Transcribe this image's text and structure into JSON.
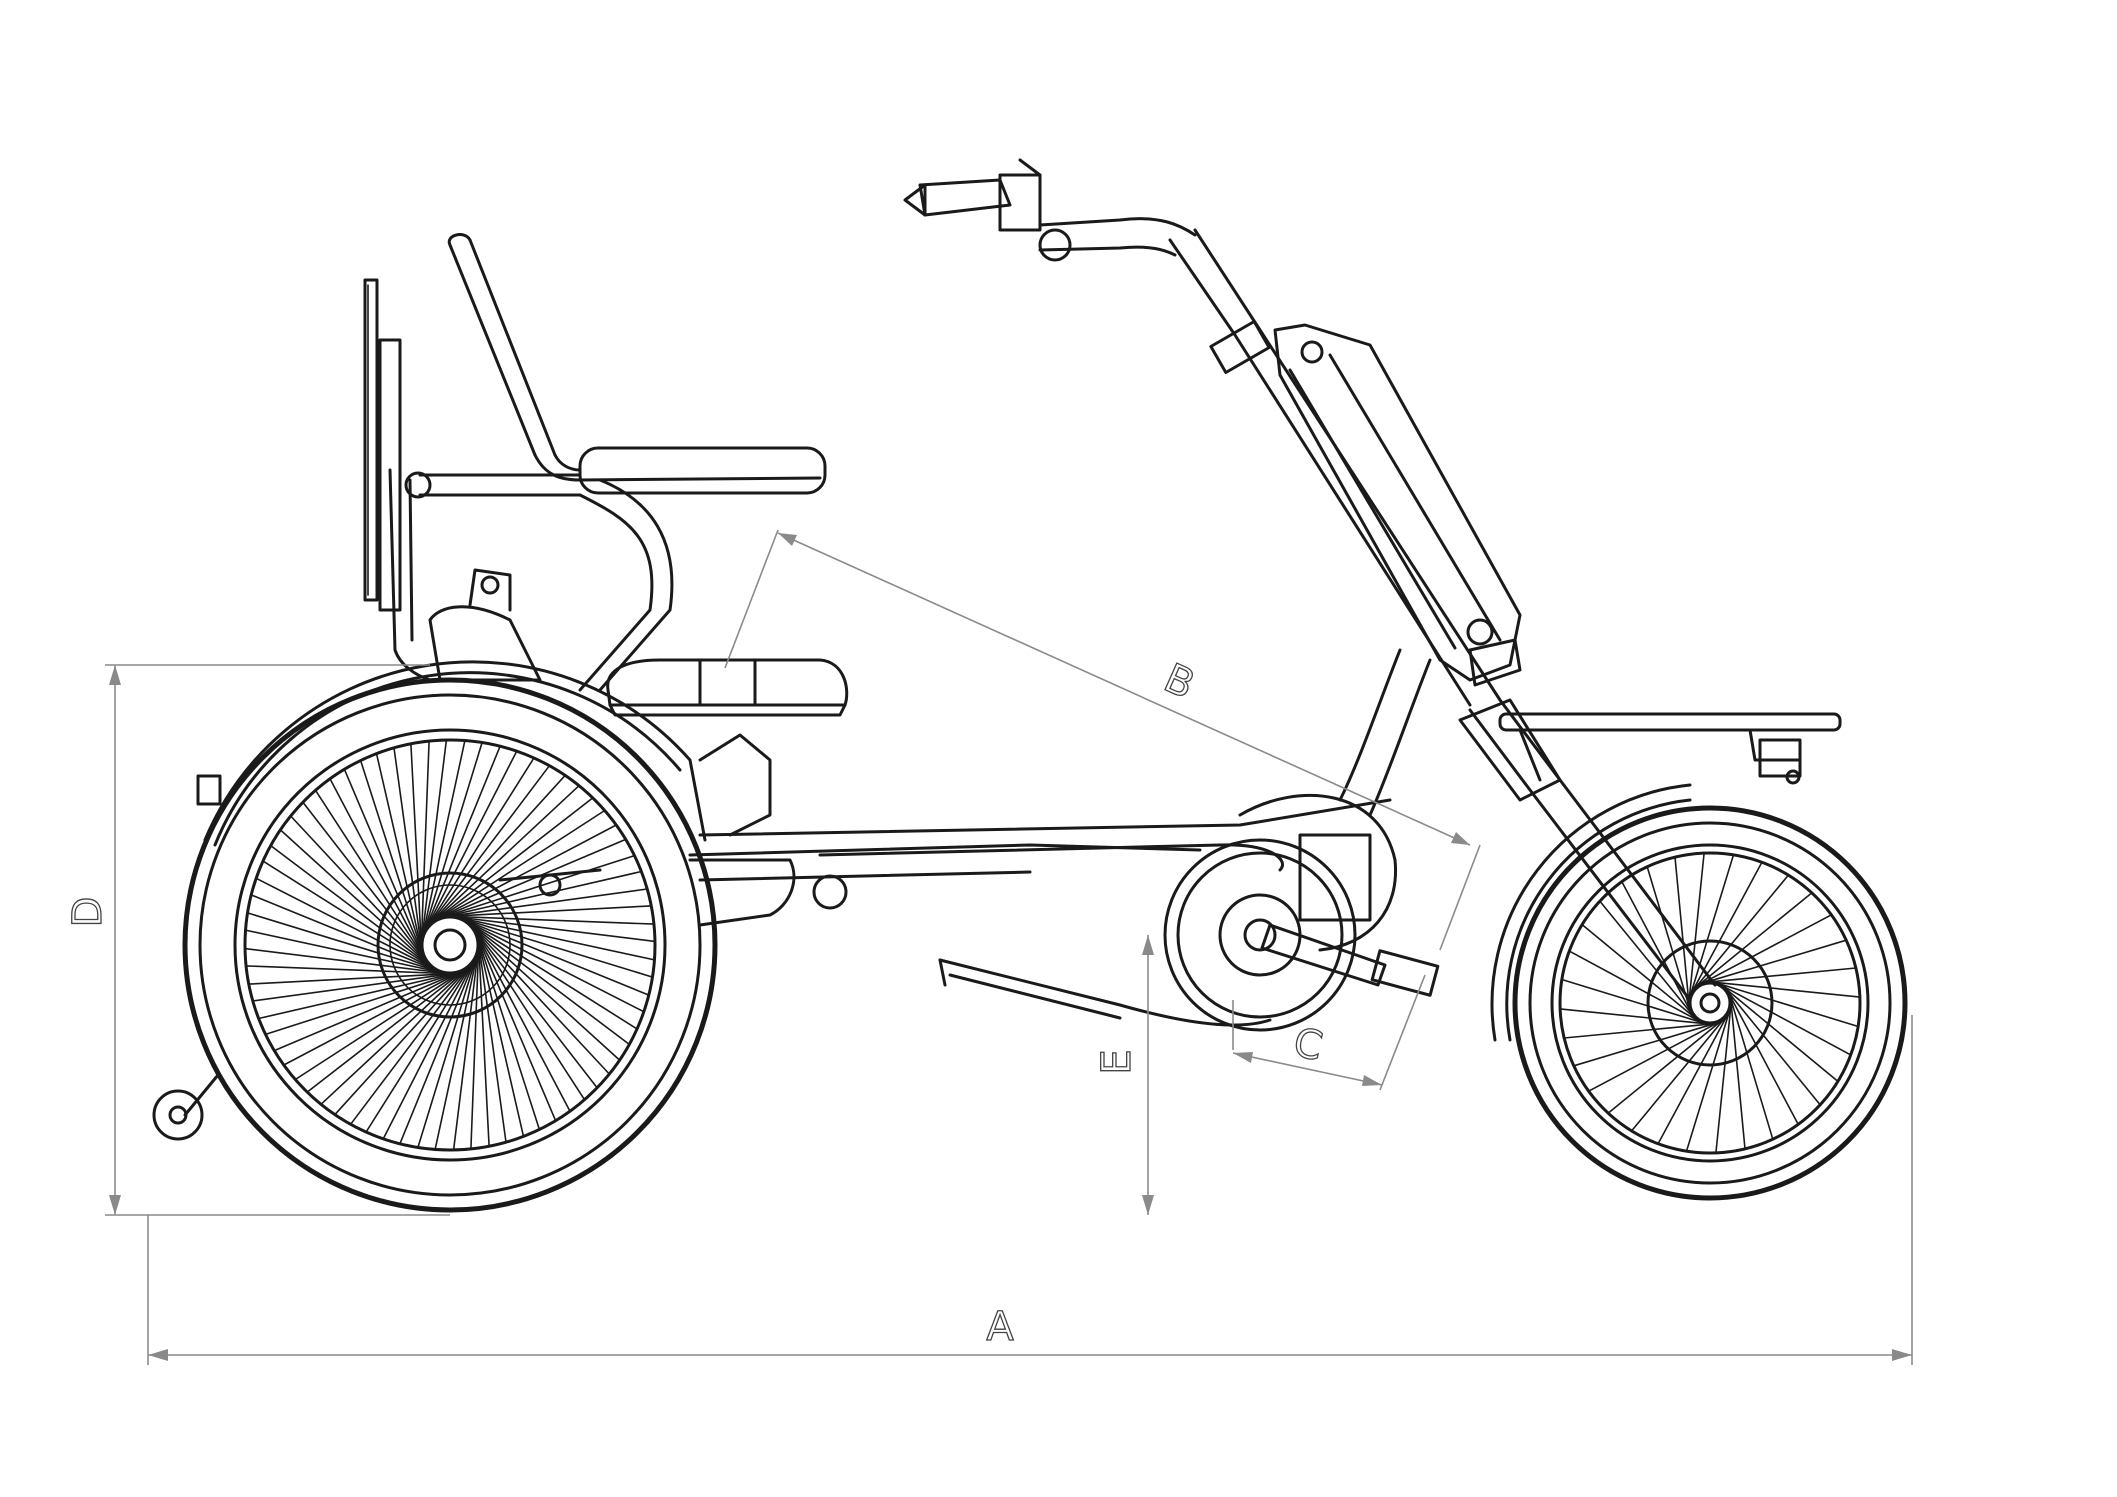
{
  "dimensions": {
    "a": "A",
    "b": "B",
    "c": "C",
    "d": "D",
    "e": "E"
  },
  "colors": {
    "line": "#1a1a1a",
    "dimension": "#8a8a8a",
    "background": "#ffffff"
  }
}
